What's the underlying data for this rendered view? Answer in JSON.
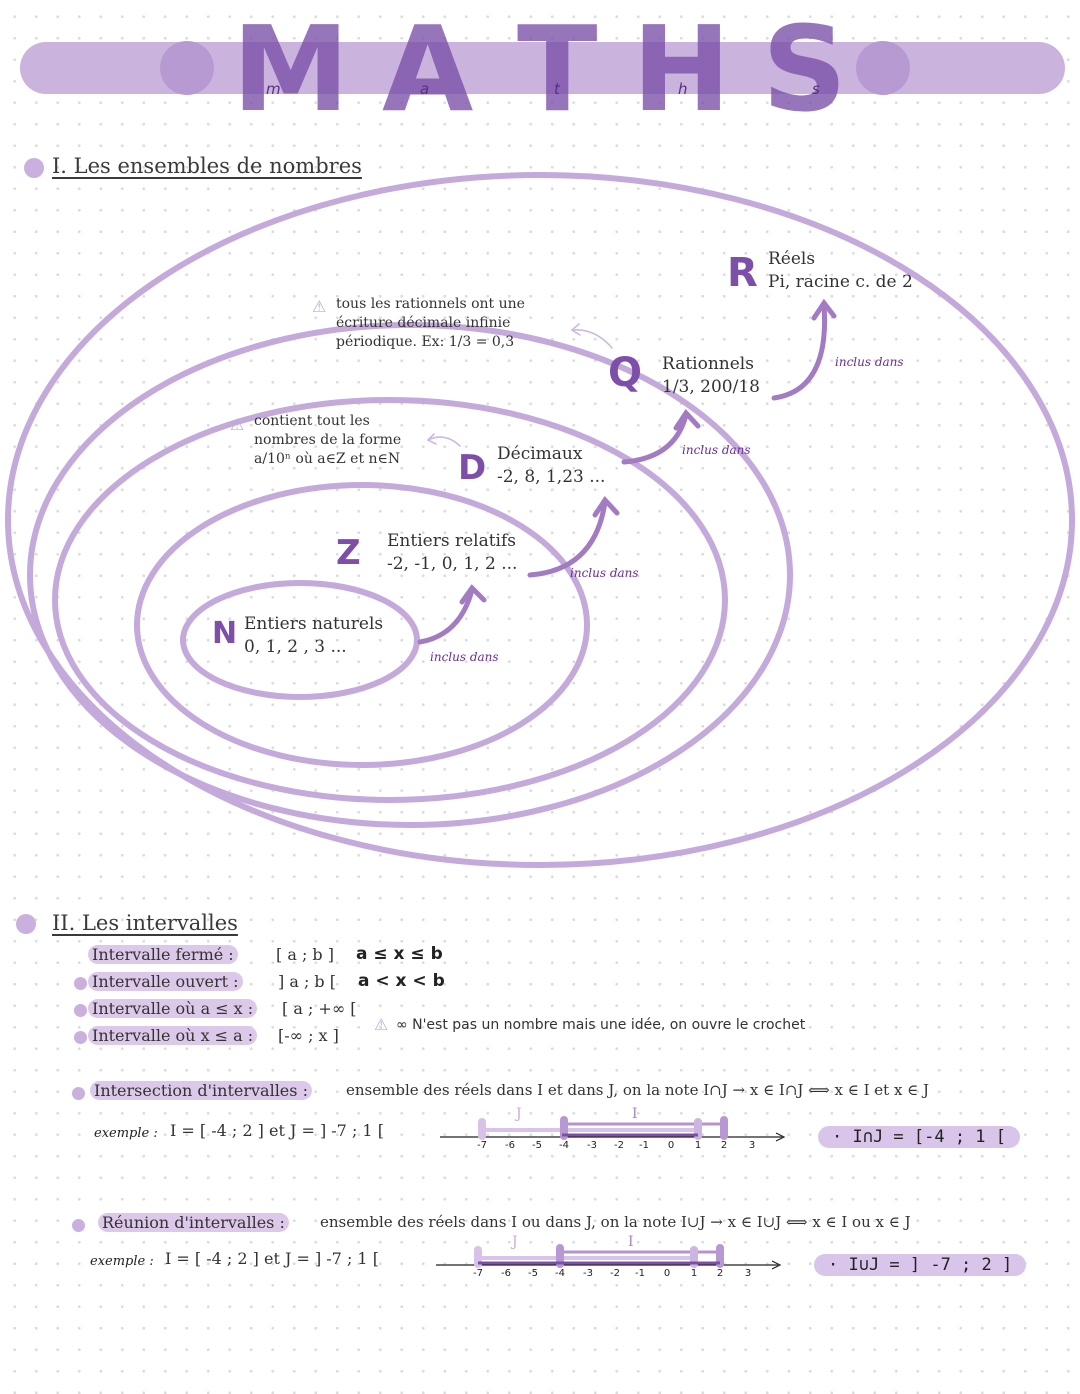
{
  "header": {
    "title_letters": [
      "M",
      "A",
      "T",
      "H",
      "S"
    ],
    "title_small_letters": [
      "m",
      "a",
      "t",
      "h",
      "s"
    ]
  },
  "section1": {
    "heading": "I. Les ensembles de nombres",
    "sets": [
      {
        "letter": "N",
        "name": "Entiers naturels",
        "examples": "0, 1, 2 , 3 ..."
      },
      {
        "letter": "Z",
        "name": "Entiers relatifs",
        "examples": "-2, -1, 0, 1, 2 ..."
      },
      {
        "letter": "D",
        "name": "Décimaux",
        "examples": "-2, 8, 1,23 ..."
      },
      {
        "letter": "Q",
        "name": "Rationnels",
        "examples": "1/3, 200/18"
      },
      {
        "letter": "R",
        "name": "Réels",
        "examples": "Pi, racine c. de 2"
      }
    ],
    "inclusion_label": "inclus dans",
    "note_decimal": [
      "contient tout les",
      "nombres de la forme",
      "a/10ⁿ où a∈Z et n∈N"
    ],
    "note_rational": [
      "tous les rationnels ont une",
      "écriture décimale infinie",
      "périodique. Ex: 1/3 = 0,3"
    ]
  },
  "section2": {
    "heading": "II. Les intervalles",
    "intervals": [
      {
        "label": "Intervalle fermé :",
        "notation": "[ a ; b ]",
        "inequality": "a ≤ x ≤ b"
      },
      {
        "label": "Intervalle ouvert :",
        "notation": "] a ; b [",
        "inequality": "a < x < b"
      },
      {
        "label": "Intervalle où a ≤ x :",
        "notation": "[ a ; +∞ [",
        "inequality": ""
      },
      {
        "label": "Intervalle où x ≤ a :",
        "notation": "[-∞ ; x ]",
        "inequality": ""
      }
    ],
    "infinity_note": "∞ N'est pas un nombre mais une idée, on ouvre le crochet",
    "intersection": {
      "label": "Intersection d'intervalles :",
      "text": "ensemble des réels dans I et dans J, on la note I∩J → x ∈ I∩J ⟺ x ∈ I et x ∈ J",
      "example_label": "exemple :",
      "example": "I = [ -4 ; 2 ] et J = ] -7 ; 1 [",
      "result": "· I∩J = [-4 ; 1 [",
      "set_labels": [
        "J",
        "I"
      ]
    },
    "union": {
      "label": "Réunion d'intervalles :",
      "text": "ensemble des réels dans I ou dans J, on la note I∪J → x ∈ I∪J ⟺ x ∈ I ou x ∈ J",
      "example_label": "exemple :",
      "example": "I = [ -4 ; 2 ] et J = ] -7 ; 1 [",
      "result": "· I∪J = ] -7 ; 2 ]",
      "set_labels": [
        "J",
        "I"
      ]
    },
    "number_line_ticks": [
      "-7",
      "-6",
      "-5",
      "-4",
      "-3",
      "-2",
      "-1",
      "0",
      "1",
      "2",
      "3"
    ]
  },
  "colors": {
    "accent": "#c7b0dc",
    "accent_dark": "#7d4fa8",
    "ink": "#6a2e96"
  }
}
